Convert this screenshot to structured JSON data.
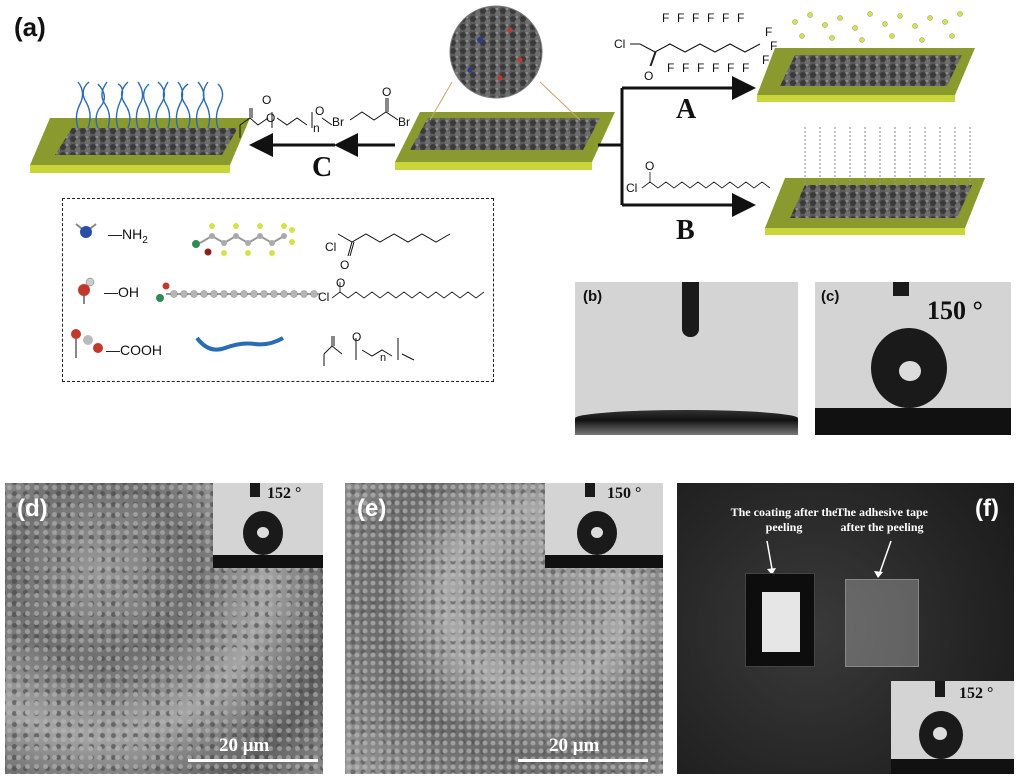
{
  "panels": {
    "a": {
      "label": "(a)",
      "routes": {
        "A": "A",
        "B": "B",
        "C": "C"
      },
      "reagent_labels": {
        "cl": "Cl",
        "o": "O",
        "br": "Br",
        "n": "n"
      },
      "legend": {
        "nh2": "—NH",
        "nh2_sub": "2",
        "oh": "—OH",
        "cooh": "—COOH",
        "f_symbol": "F"
      }
    },
    "b": {
      "label": "(b)"
    },
    "c": {
      "label": "(c)",
      "angle": "150 °"
    },
    "d": {
      "label": "(d)",
      "angle": "152 °",
      "scale": "20 μm"
    },
    "e": {
      "label": "(e)",
      "angle": "150 °",
      "scale": "20 μm"
    },
    "f": {
      "label": "(f)",
      "angle": "152 °",
      "caption_coating": "The coating after the peeling",
      "caption_tape": "The adhesive tape after the peeling"
    }
  },
  "colors": {
    "substrate": "#8a9a2e",
    "substrate_edge": "#c8d63a",
    "particle": "#4a4a4a",
    "peg_chain": "#2a6bb5",
    "fluoro": "#d8e04a",
    "photo_bg": "#d4d4d4",
    "sem": "#8f8f8f",
    "dark_bg": "#262626"
  }
}
